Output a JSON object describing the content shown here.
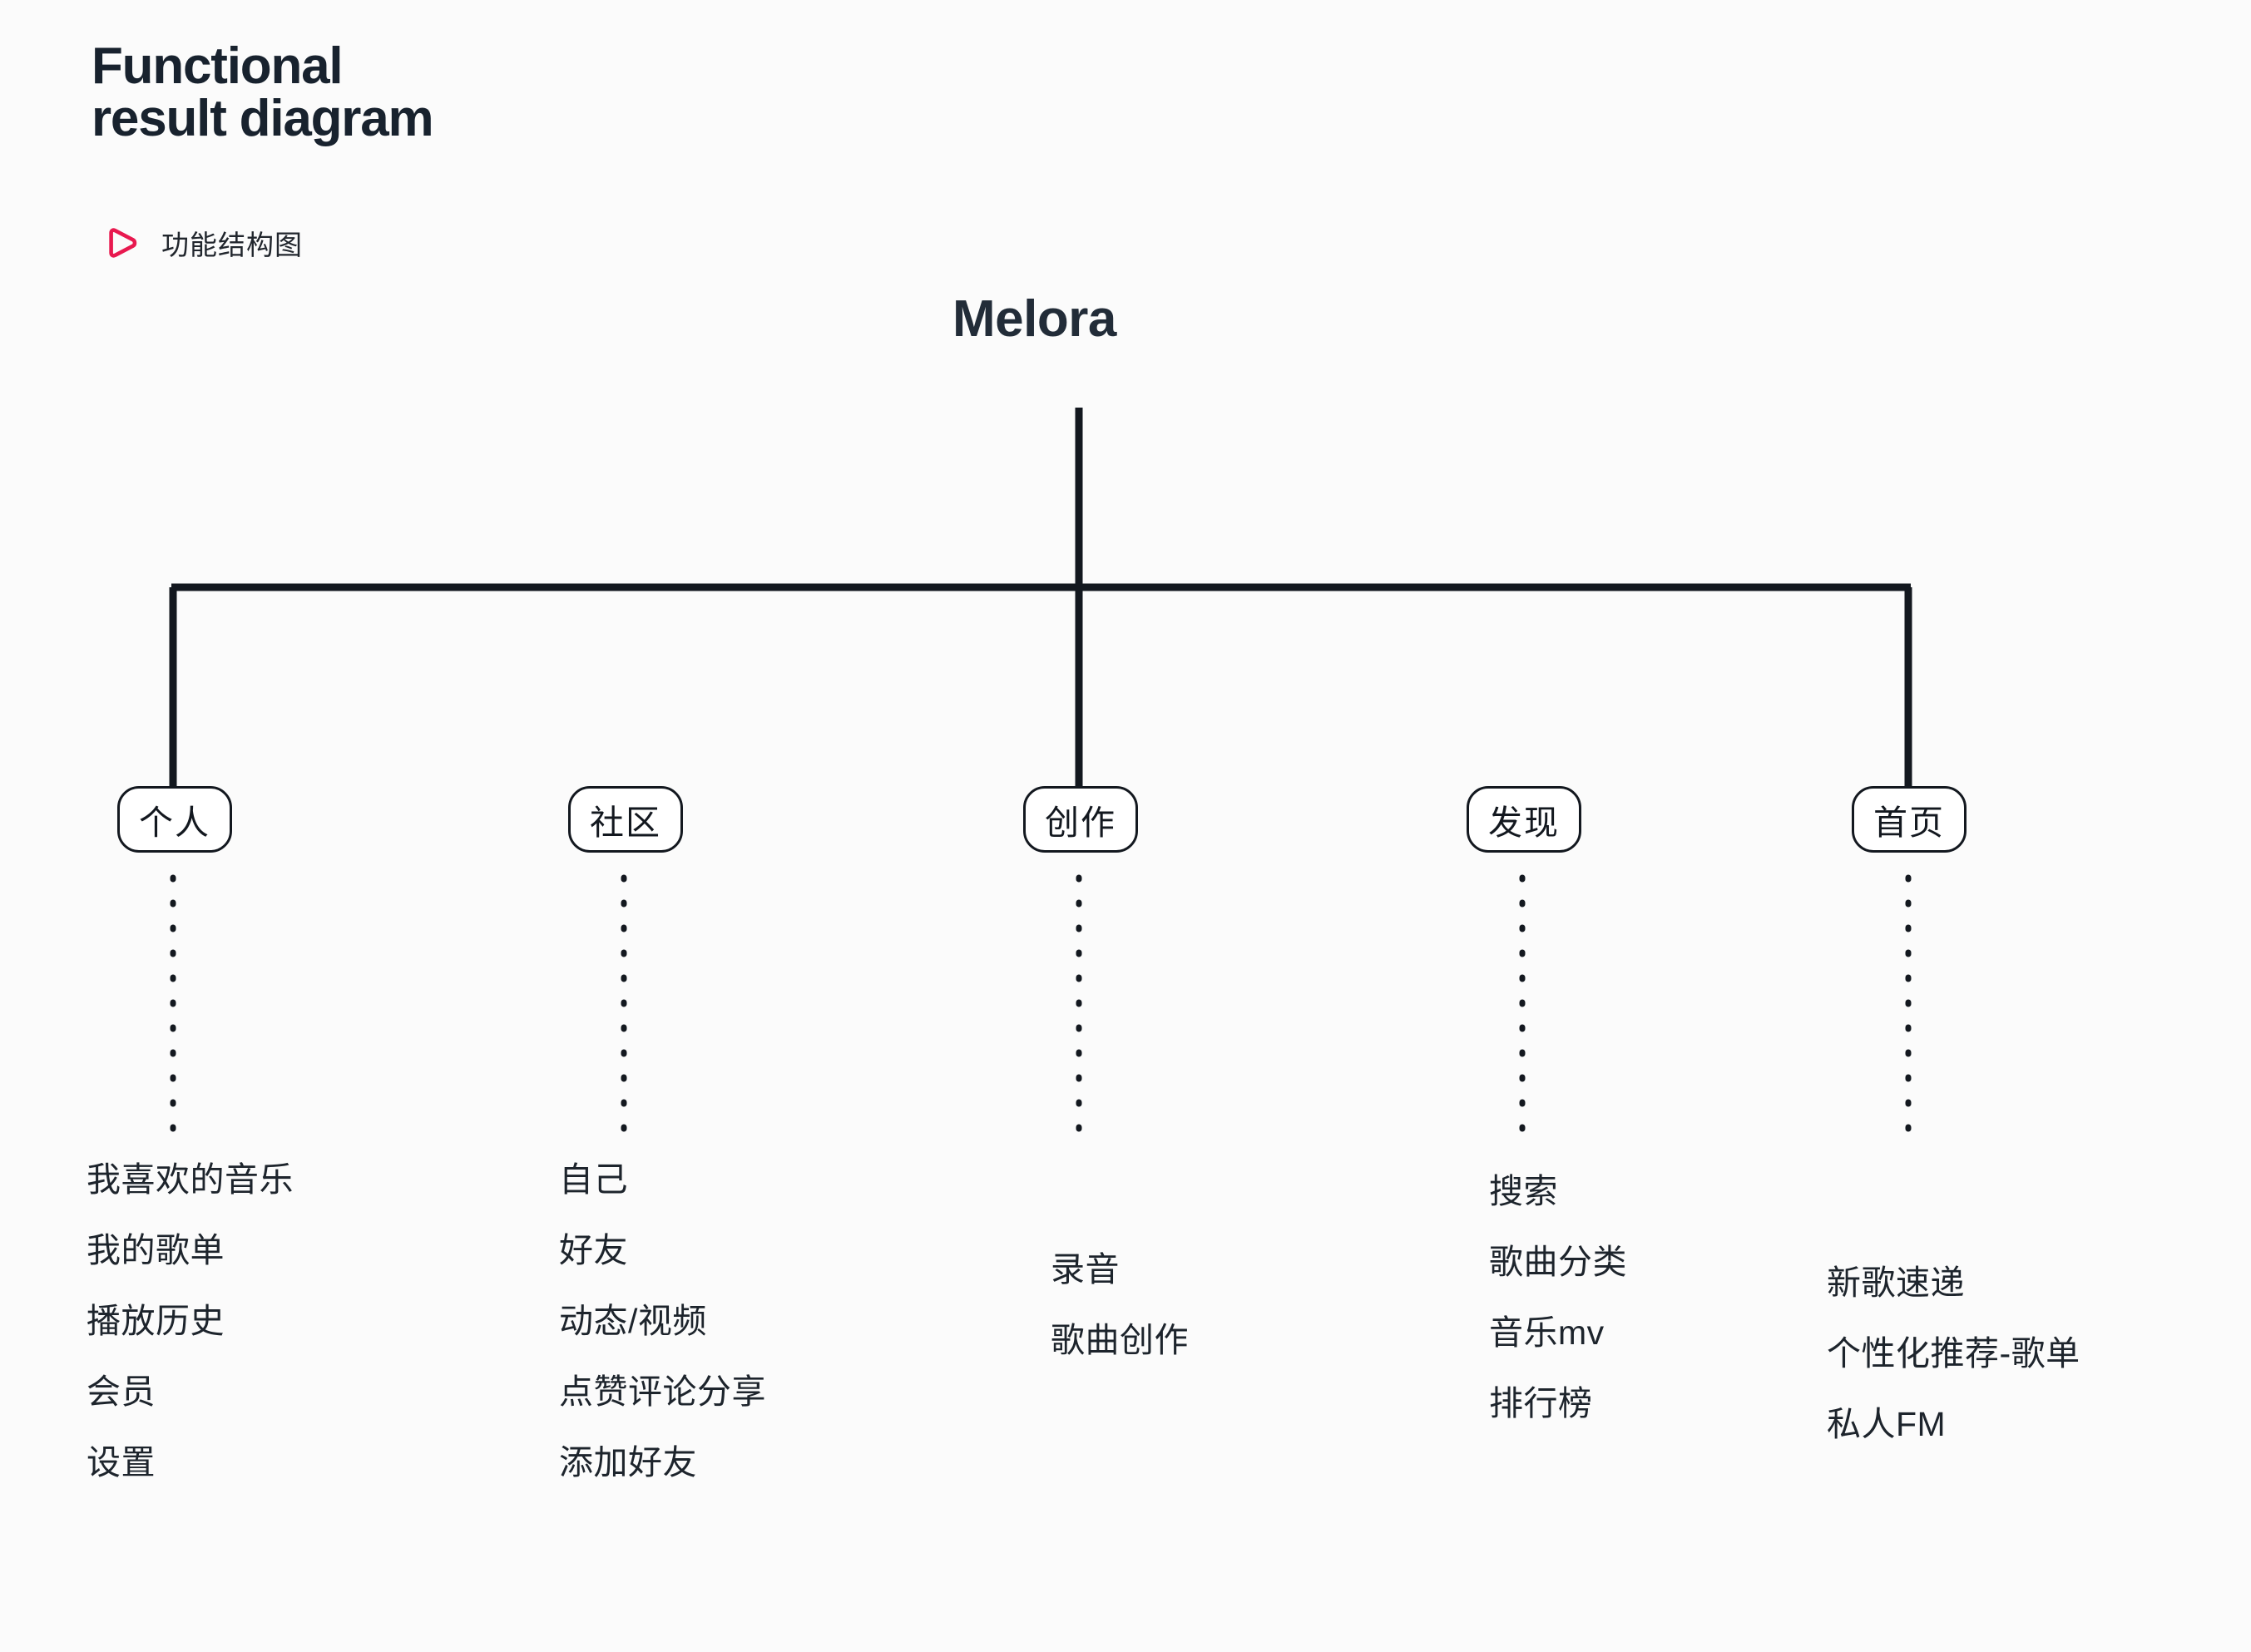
{
  "header": {
    "title_line1": "Functional",
    "title_line2": "result diagram",
    "subtitle": "功能结构图",
    "play_icon_name": "play-icon",
    "accent_color": "#e8194f",
    "ink_color": "#18222e"
  },
  "root": {
    "label": "Melora"
  },
  "branches": [
    {
      "id": "personal",
      "label": "个人",
      "items": [
        "我喜欢的音乐",
        "我的歌单",
        "播放历史",
        "会员",
        "设置"
      ]
    },
    {
      "id": "community",
      "label": "社区",
      "items": [
        "自己",
        "好友",
        "动态/视频",
        "点赞评论分享",
        "添加好友"
      ]
    },
    {
      "id": "create",
      "label": "创作",
      "items": [
        "录音",
        "歌曲创作"
      ]
    },
    {
      "id": "discover",
      "label": "发现",
      "items": [
        "搜索",
        "歌曲分类",
        "音乐mv",
        "排行榜"
      ]
    },
    {
      "id": "home",
      "label": "首页",
      "items": [
        "新歌速递",
        "个性化推荐-歌单",
        "私人FM"
      ]
    }
  ]
}
